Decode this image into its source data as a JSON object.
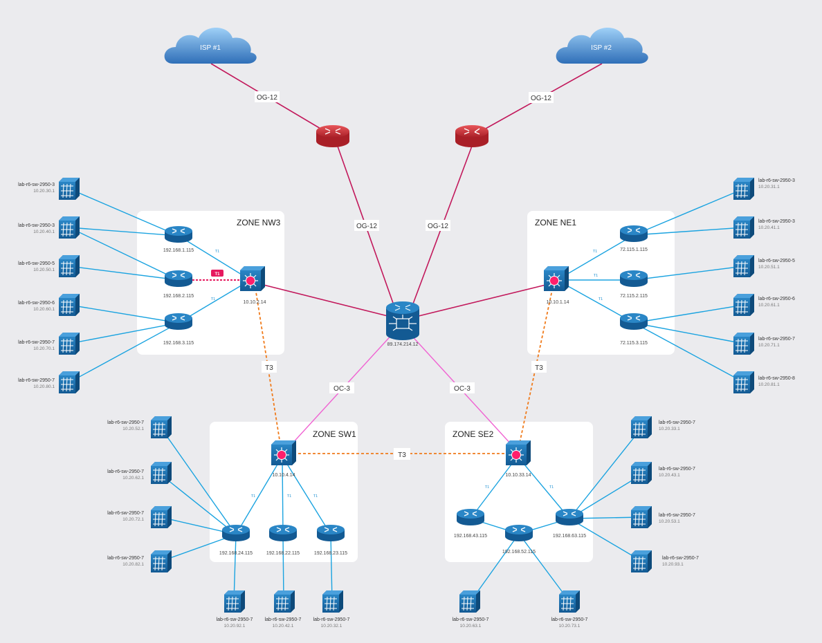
{
  "colors": {
    "background": "#ebebee",
    "zone": "#ffffff",
    "wan_link": "#c2185b",
    "oc3_link": "#f062d2",
    "t3_link": "#f07a1a",
    "t1_link": "#e6195f",
    "lan_link": "#1aa3e0",
    "device_blue": "#1a6fb0",
    "firewall_red": "#d9363e",
    "cloud": "#4a8fd6"
  },
  "clouds": [
    {
      "id": "isp1",
      "label": "ISP #1"
    },
    {
      "id": "isp2",
      "label": "ISP #2"
    }
  ],
  "core": {
    "ip": "89.174.214.12",
    "icon": "core-router-icon"
  },
  "firewalls": [
    {
      "id": "fw1",
      "icon": "firewall-icon"
    },
    {
      "id": "fw2",
      "icon": "firewall-icon"
    }
  ],
  "zones": {
    "nw3": {
      "title": "ZONE NW3",
      "switch_ip": "10.10.2.14"
    },
    "ne1": {
      "title": "ZONE NE1",
      "switch_ip": "10.10.1.14"
    },
    "sw1": {
      "title": "ZONE SW1",
      "switch_ip": "10.10.4.14"
    },
    "se2": {
      "title": "ZONE SE2",
      "switch_ip": "10.10.33.14"
    }
  },
  "link_labels": {
    "isp1_fw": "OG-12",
    "isp2_fw": "OG-12",
    "fw1_core": "OG-12",
    "fw2_core": "OG-12",
    "core_sw1": "OC-3",
    "core_se2": "OC-3",
    "nw3_sw1": "T3",
    "ne1_se2": "T3",
    "sw1_se2": "T3",
    "t1": "T1"
  },
  "routers": {
    "nw3": [
      "192.168.1.115",
      "192.168.2.115",
      "192.168.3.115"
    ],
    "ne1": [
      "72.115.1.115",
      "72.115.2.115",
      "72.115.3.115"
    ],
    "sw1": [
      "192.168.24.115",
      "192.168.22.115",
      "192.168.23.115"
    ],
    "se2": [
      "192.168.43.115",
      "192.168.52.115",
      "192.168.63.115"
    ]
  },
  "switches": {
    "left": [
      {
        "name": "lab-r6-sw-2950-3",
        "ip": "10.20.30.1"
      },
      {
        "name": "lab-r6-sw-2950-3",
        "ip": "10.20.40.1"
      },
      {
        "name": "lab-r6-sw-2950-5",
        "ip": "10.20.50.1"
      },
      {
        "name": "lab-r6-sw-2950-6",
        "ip": "10.20.60.1"
      },
      {
        "name": "lab-r6-sw-2950-7",
        "ip": "10.20.70.1"
      },
      {
        "name": "lab-r6-sw-2950-7",
        "ip": "10.20.80.1"
      }
    ],
    "right": [
      {
        "name": "lab-r6-sw-2950-3",
        "ip": "10.20.31.1"
      },
      {
        "name": "lab-r6-sw-2950-3",
        "ip": "10.20.41.1"
      },
      {
        "name": "lab-r6-sw-2950-5",
        "ip": "10.20.51.1"
      },
      {
        "name": "lab-r6-sw-2950-6",
        "ip": "10.20.61.1"
      },
      {
        "name": "lab-r6-sw-2950-7",
        "ip": "10.20.71.1"
      },
      {
        "name": "lab-r6-sw-2950-8",
        "ip": "10.20.81.1"
      }
    ],
    "sw1_left": [
      {
        "name": "lab-r6-sw-2950-7",
        "ip": "10.20.52.1"
      },
      {
        "name": "lab-r6-sw-2950-7",
        "ip": "10.20.62.1"
      },
      {
        "name": "lab-r6-sw-2950-7",
        "ip": "10.20.72.1"
      },
      {
        "name": "lab-r6-sw-2950-7",
        "ip": "10.20.82.1"
      }
    ],
    "sw1_bottom": [
      {
        "name": "lab-r6-sw-2950-7",
        "ip": "10.20.92.1"
      },
      {
        "name": "lab-r6-sw-2950-7",
        "ip": "10.20.42.1"
      },
      {
        "name": "lab-r6-sw-2950-7",
        "ip": "10.20.32.1"
      }
    ],
    "se2_right": [
      {
        "name": "lab-r6-sw-2950-7",
        "ip": "10.20.33.1"
      },
      {
        "name": "lab-r6-sw-2950-7",
        "ip": "10.20.43.1"
      },
      {
        "name": "lab-r6-sw-2950-7",
        "ip": "10.20.53.1"
      },
      {
        "name": "lab-r6-sw-2950-7",
        "ip": "10.20.93.1"
      }
    ],
    "se2_bottom": [
      {
        "name": "lab-r6-sw-2950-7",
        "ip": "10.20.63.1"
      },
      {
        "name": "lab-r6-sw-2950-7",
        "ip": "10.20.73.1"
      }
    ]
  }
}
